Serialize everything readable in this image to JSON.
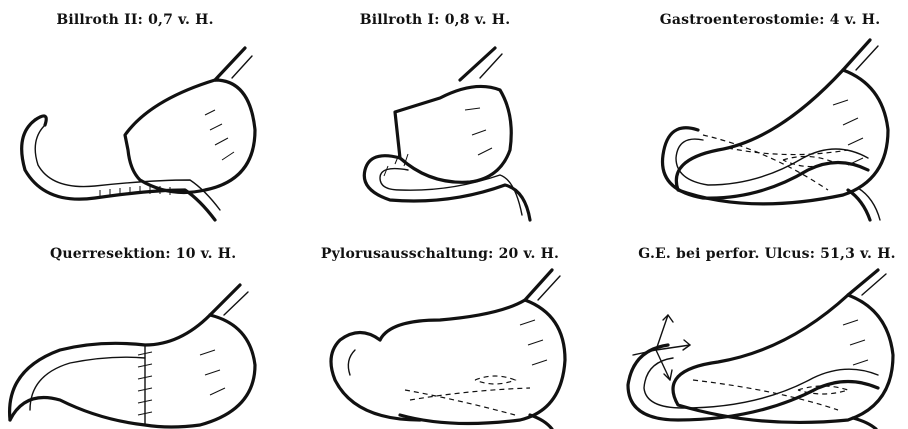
{
  "panels": [
    {
      "caption": "Billroth II: 0,7 v. H."
    },
    {
      "caption": "Billroth I: 0,8 v. H."
    },
    {
      "caption": "Gastroenterostomie: 4 v. H."
    },
    {
      "caption": "Querresektion: 10 v. H."
    },
    {
      "caption": "Pylorusausschaltung: 20 v. H."
    },
    {
      "caption": "G.E. bei perfor. Ulcus: 51,3 v. H."
    }
  ]
}
